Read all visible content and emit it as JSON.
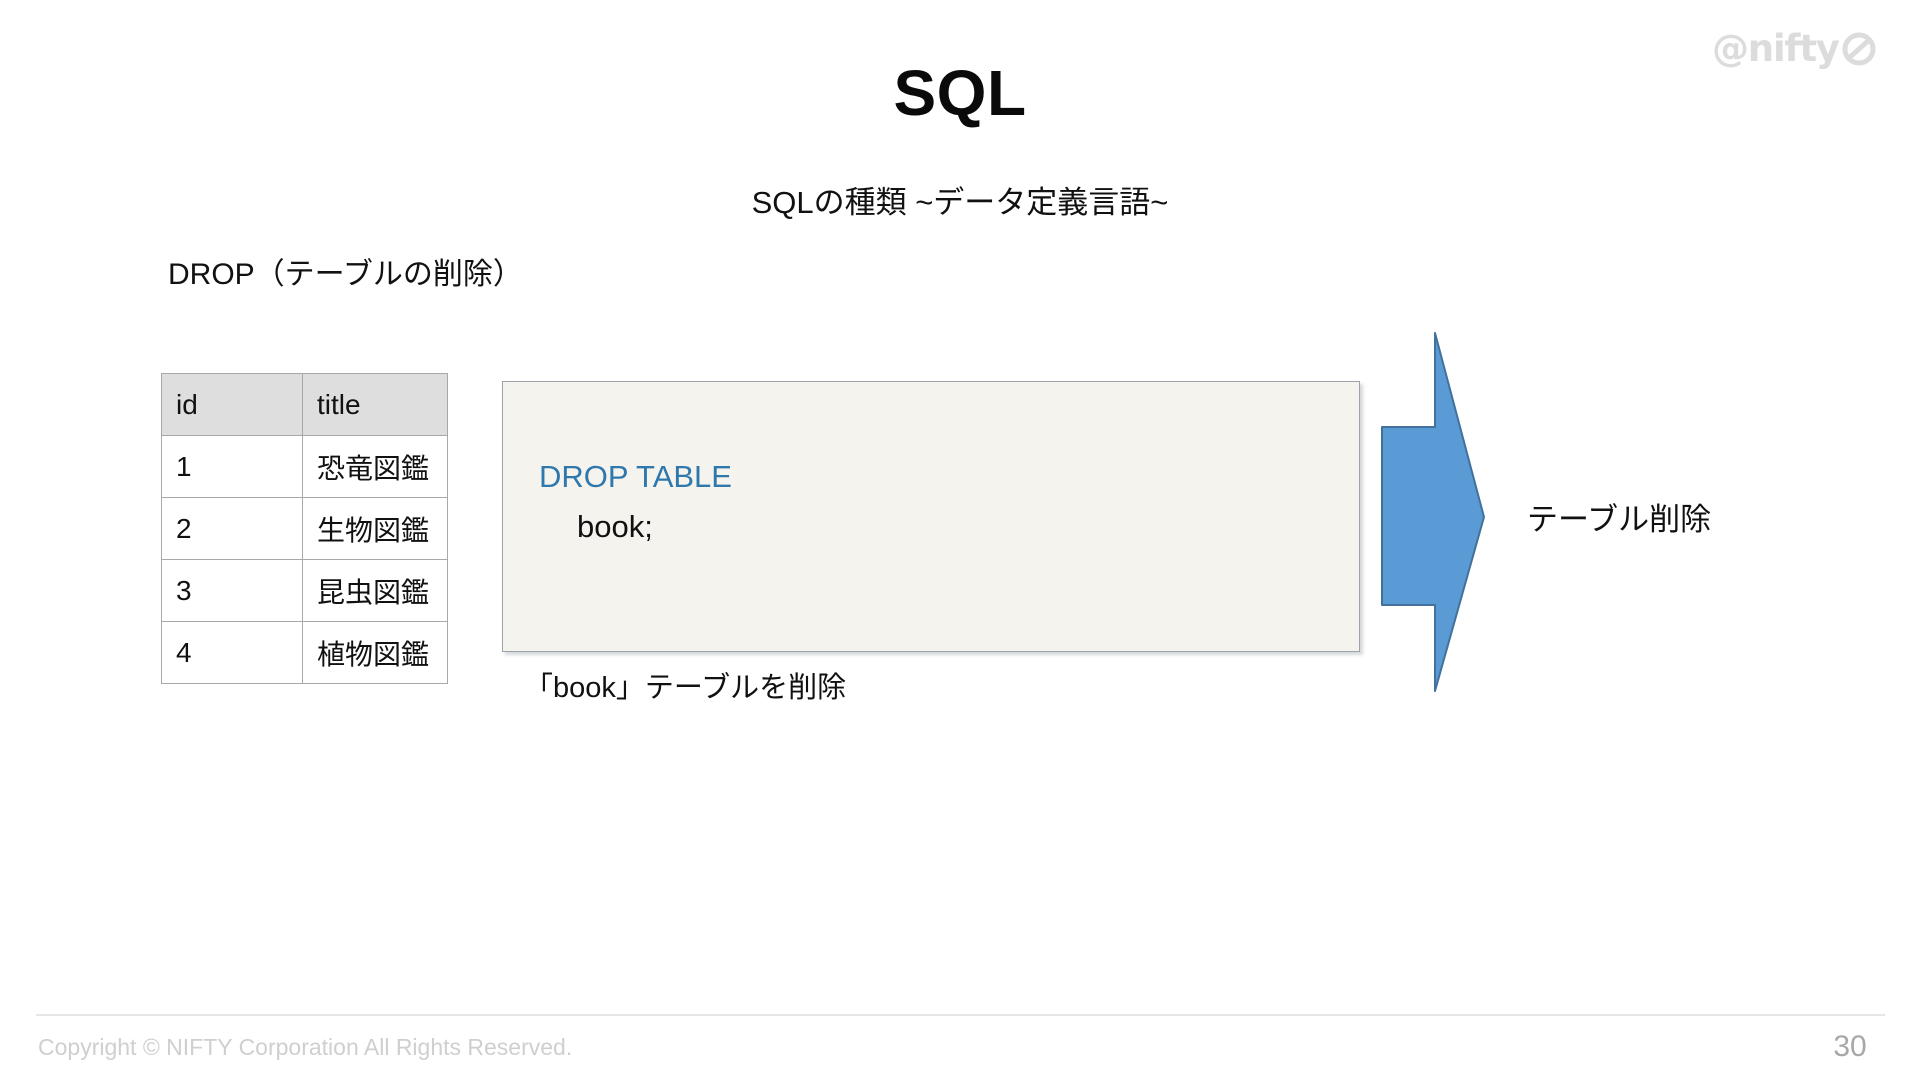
{
  "slide": {
    "title": "SQL",
    "subtitle": "SQLの種類 ~データ定義言語~",
    "section_heading": "DROP（テーブルの削除）"
  },
  "brand": {
    "logo_text": "@nifty",
    "logo_mark_icon": "nifty-circle-icon",
    "logo_color": "#DCDCDC"
  },
  "table": {
    "columns": [
      "id",
      "title"
    ],
    "rows": [
      {
        "id": "1",
        "title": "恐竜図鑑"
      },
      {
        "id": "2",
        "title": "生物図鑑"
      },
      {
        "id": "3",
        "title": "昆虫図鑑"
      },
      {
        "id": "4",
        "title": "植物図鑑"
      }
    ],
    "header_bg": "#DEDEDE",
    "border_color": "#A8A8A8"
  },
  "code_panel": {
    "keyword_line": "DROP TABLE",
    "body_line": "book;",
    "keyword_color": "#2E78AC",
    "background": "#F5F3EE",
    "caption": "「book」テーブルを削除"
  },
  "arrow": {
    "icon": "right-block-arrow-icon",
    "fill": "#5B9BD5",
    "stroke": "#41719C",
    "label": "テーブル削除"
  },
  "footer": {
    "copyright": "Copyright © NIFTY Corporation All Rights Reserved.",
    "page_number": "30",
    "divider_color": "#E6E6E6"
  }
}
